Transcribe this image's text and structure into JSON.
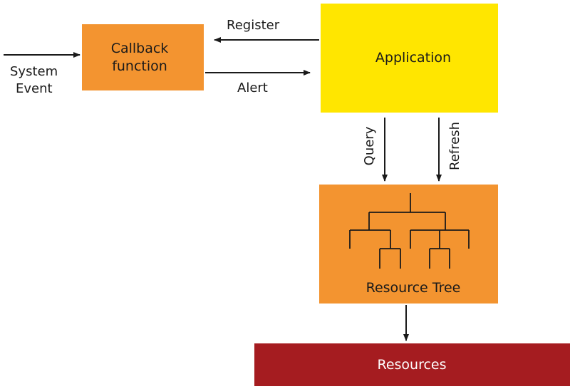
{
  "nodes": {
    "callback": {
      "line1": "Callback",
      "line2": "function",
      "color": "#f39430"
    },
    "application": {
      "label": "Application",
      "color": "#ffe600"
    },
    "resource_tree": {
      "label": "Resource Tree",
      "color": "#f39430"
    },
    "resources": {
      "label": "Resources",
      "color": "#a51c20"
    }
  },
  "edges": {
    "system_event": {
      "line1": "System",
      "line2": "Event"
    },
    "register": "Register",
    "alert": "Alert",
    "query": "Query",
    "refresh": "Refresh"
  }
}
